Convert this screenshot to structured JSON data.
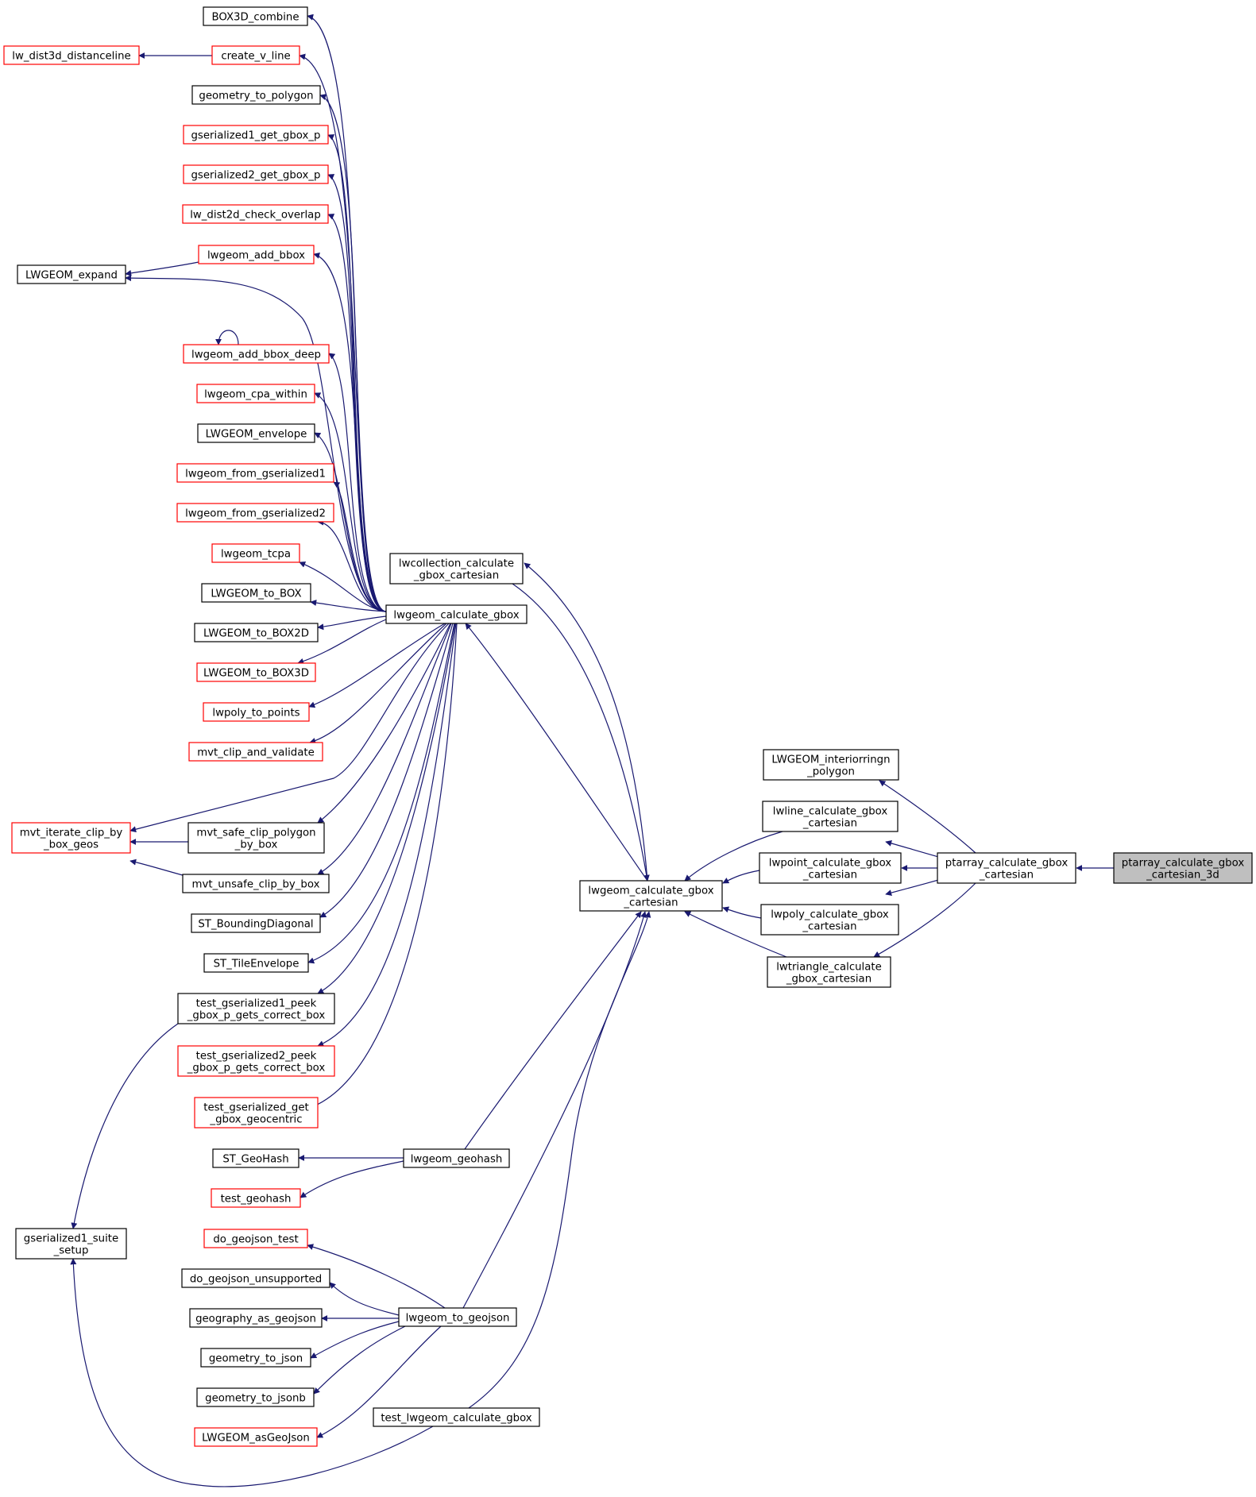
{
  "nodes": [
    {
      "id": "box3d_combine",
      "label": [
        "BOX3D_combine"
      ],
      "style": "black"
    },
    {
      "id": "create_v_line",
      "label": [
        "create_v_line"
      ],
      "style": "red"
    },
    {
      "id": "lw_dist3d_distanceline",
      "label": [
        "lw_dist3d_distanceline"
      ],
      "style": "red"
    },
    {
      "id": "geometry_to_polygon",
      "label": [
        "geometry_to_polygon"
      ],
      "style": "black"
    },
    {
      "id": "gserialized1_get_gbox_p",
      "label": [
        "gserialized1_get_gbox_p"
      ],
      "style": "red"
    },
    {
      "id": "gserialized2_get_gbox_p",
      "label": [
        "gserialized2_get_gbox_p"
      ],
      "style": "red"
    },
    {
      "id": "lw_dist2d_check_overlap",
      "label": [
        "lw_dist2d_check_overlap"
      ],
      "style": "red"
    },
    {
      "id": "lwgeom_add_bbox",
      "label": [
        "lwgeom_add_bbox"
      ],
      "style": "red"
    },
    {
      "id": "lwgeom_expand",
      "label": [
        "LWGEOM_expand"
      ],
      "style": "black"
    },
    {
      "id": "lwgeom_add_bbox_deep",
      "label": [
        "lwgeom_add_bbox_deep"
      ],
      "style": "red"
    },
    {
      "id": "lwgeom_cpa_within",
      "label": [
        "lwgeom_cpa_within"
      ],
      "style": "red"
    },
    {
      "id": "lwgeom_envelope",
      "label": [
        "LWGEOM_envelope"
      ],
      "style": "black"
    },
    {
      "id": "lwgeom_from_gserialized1",
      "label": [
        "lwgeom_from_gserialized1"
      ],
      "style": "red"
    },
    {
      "id": "lwgeom_from_gserialized2",
      "label": [
        "lwgeom_from_gserialized2"
      ],
      "style": "red"
    },
    {
      "id": "lwgeom_tcpa",
      "label": [
        "lwgeom_tcpa"
      ],
      "style": "red"
    },
    {
      "id": "lwgeom_to_box",
      "label": [
        "LWGEOM_to_BOX"
      ],
      "style": "black"
    },
    {
      "id": "lwgeom_to_box2d",
      "label": [
        "LWGEOM_to_BOX2D"
      ],
      "style": "black"
    },
    {
      "id": "lwgeom_to_box3d",
      "label": [
        "LWGEOM_to_BOX3D"
      ],
      "style": "red"
    },
    {
      "id": "lwpoly_to_points",
      "label": [
        "lwpoly_to_points"
      ],
      "style": "red"
    },
    {
      "id": "mvt_clip_and_validate",
      "label": [
        "mvt_clip_and_validate"
      ],
      "style": "red"
    },
    {
      "id": "mvt_iterate_clip_by_box_geos",
      "label": [
        "mvt_iterate_clip_by",
        "_box_geos"
      ],
      "style": "red"
    },
    {
      "id": "mvt_safe_clip_polygon_by_box",
      "label": [
        "mvt_safe_clip_polygon",
        "_by_box"
      ],
      "style": "black"
    },
    {
      "id": "mvt_unsafe_clip_by_box",
      "label": [
        "mvt_unsafe_clip_by_box"
      ],
      "style": "black"
    },
    {
      "id": "st_boundingdiagonal",
      "label": [
        "ST_BoundingDiagonal"
      ],
      "style": "black"
    },
    {
      "id": "st_tileenvelope",
      "label": [
        "ST_TileEnvelope"
      ],
      "style": "black"
    },
    {
      "id": "test_gserialized1_peek",
      "label": [
        "test_gserialized1_peek",
        "_gbox_p_gets_correct_box"
      ],
      "style": "black"
    },
    {
      "id": "test_gserialized2_peek",
      "label": [
        "test_gserialized2_peek",
        "_gbox_p_gets_correct_box"
      ],
      "style": "red"
    },
    {
      "id": "test_gserialized_get_gbox_geocentric",
      "label": [
        "test_gserialized_get",
        "_gbox_geocentric"
      ],
      "style": "red"
    },
    {
      "id": "st_geohash",
      "label": [
        "ST_GeoHash"
      ],
      "style": "black"
    },
    {
      "id": "test_geohash",
      "label": [
        "test_geohash"
      ],
      "style": "red"
    },
    {
      "id": "gserialized1_suite_setup",
      "label": [
        "gserialized1_suite",
        "_setup"
      ],
      "style": "black"
    },
    {
      "id": "do_geojson_test",
      "label": [
        "do_geojson_test"
      ],
      "style": "red"
    },
    {
      "id": "do_geojson_unsupported",
      "label": [
        "do_geojson_unsupported"
      ],
      "style": "black"
    },
    {
      "id": "geography_as_geojson",
      "label": [
        "geography_as_geojson"
      ],
      "style": "black"
    },
    {
      "id": "geometry_to_json",
      "label": [
        "geometry_to_json"
      ],
      "style": "black"
    },
    {
      "id": "geometry_to_jsonb",
      "label": [
        "geometry_to_jsonb"
      ],
      "style": "black"
    },
    {
      "id": "lwgeom_asgeojson",
      "label": [
        "LWGEOM_asGeoJson"
      ],
      "style": "red"
    },
    {
      "id": "lwcollection_calculate_gbox_cartesian",
      "label": [
        "lwcollection_calculate",
        "_gbox_cartesian"
      ],
      "style": "black"
    },
    {
      "id": "lwgeom_calculate_gbox",
      "label": [
        "lwgeom_calculate_gbox"
      ],
      "style": "black"
    },
    {
      "id": "lwgeom_geohash",
      "label": [
        "lwgeom_geohash"
      ],
      "style": "black"
    },
    {
      "id": "lwgeom_to_geojson",
      "label": [
        "lwgeom_to_geojson"
      ],
      "style": "black"
    },
    {
      "id": "test_lwgeom_calculate_gbox",
      "label": [
        "test_lwgeom_calculate_gbox"
      ],
      "style": "black"
    },
    {
      "id": "lwgeom_calculate_gbox_cartesian",
      "label": [
        "lwgeom_calculate_gbox",
        "_cartesian"
      ],
      "style": "black"
    },
    {
      "id": "lwgeom_interiorringn_polygon",
      "label": [
        "LWGEOM_interiorringn",
        "_polygon"
      ],
      "style": "black"
    },
    {
      "id": "lwline_calculate_gbox_cartesian",
      "label": [
        "lwline_calculate_gbox",
        "_cartesian"
      ],
      "style": "black"
    },
    {
      "id": "lwpoint_calculate_gbox_cartesian",
      "label": [
        "lwpoint_calculate_gbox",
        "_cartesian"
      ],
      "style": "black"
    },
    {
      "id": "lwpoly_calculate_gbox_cartesian",
      "label": [
        "lwpoly_calculate_gbox",
        "_cartesian"
      ],
      "style": "black"
    },
    {
      "id": "lwtriangle_calculate_gbox_cartesian",
      "label": [
        "lwtriangle_calculate",
        "_gbox_cartesian"
      ],
      "style": "black"
    },
    {
      "id": "ptarray_calculate_gbox_cartesian",
      "label": [
        "ptarray_calculate_gbox",
        "_cartesian"
      ],
      "style": "black"
    },
    {
      "id": "ptarray_calculate_gbox_cartesian_3d",
      "label": [
        "ptarray_calculate_gbox",
        "_cartesian_3d"
      ],
      "style": "root"
    }
  ],
  "edges": [
    {
      "from": "ptarray_calculate_gbox_cartesian_3d",
      "to": "ptarray_calculate_gbox_cartesian"
    },
    {
      "from": "ptarray_calculate_gbox_cartesian",
      "to": "lwgeom_interiorringn_polygon"
    },
    {
      "from": "ptarray_calculate_gbox_cartesian",
      "to": "lwline_calculate_gbox_cartesian"
    },
    {
      "from": "ptarray_calculate_gbox_cartesian",
      "to": "lwpoint_calculate_gbox_cartesian"
    },
    {
      "from": "ptarray_calculate_gbox_cartesian",
      "to": "lwpoly_calculate_gbox_cartesian"
    },
    {
      "from": "ptarray_calculate_gbox_cartesian",
      "to": "lwtriangle_calculate_gbox_cartesian"
    },
    {
      "from": "lwline_calculate_gbox_cartesian",
      "to": "lwgeom_calculate_gbox_cartesian"
    },
    {
      "from": "lwpoint_calculate_gbox_cartesian",
      "to": "lwgeom_calculate_gbox_cartesian"
    },
    {
      "from": "lwpoly_calculate_gbox_cartesian",
      "to": "lwgeom_calculate_gbox_cartesian"
    },
    {
      "from": "lwtriangle_calculate_gbox_cartesian",
      "to": "lwgeom_calculate_gbox_cartesian"
    },
    {
      "from": "lwgeom_calculate_gbox_cartesian",
      "to": "lwcollection_calculate_gbox_cartesian"
    },
    {
      "from": "lwcollection_calculate_gbox_cartesian",
      "to": "lwgeom_calculate_gbox_cartesian"
    },
    {
      "from": "lwgeom_calculate_gbox_cartesian",
      "to": "lwgeom_calculate_gbox"
    },
    {
      "from": "lwgeom_calculate_gbox_cartesian",
      "to": "lwgeom_geohash"
    },
    {
      "from": "lwgeom_calculate_gbox_cartesian",
      "to": "lwgeom_to_geojson"
    },
    {
      "from": "lwgeom_calculate_gbox_cartesian",
      "to": "test_lwgeom_calculate_gbox"
    },
    {
      "from": "lwgeom_calculate_gbox",
      "to": "box3d_combine"
    },
    {
      "from": "lwgeom_calculate_gbox",
      "to": "create_v_line"
    },
    {
      "from": "lwgeom_calculate_gbox",
      "to": "geometry_to_polygon"
    },
    {
      "from": "lwgeom_calculate_gbox",
      "to": "gserialized1_get_gbox_p"
    },
    {
      "from": "lwgeom_calculate_gbox",
      "to": "gserialized2_get_gbox_p"
    },
    {
      "from": "lwgeom_calculate_gbox",
      "to": "lw_dist2d_check_overlap"
    },
    {
      "from": "lwgeom_calculate_gbox",
      "to": "lwgeom_add_bbox"
    },
    {
      "from": "lwgeom_calculate_gbox",
      "to": "lwgeom_expand"
    },
    {
      "from": "lwgeom_calculate_gbox",
      "to": "lwgeom_add_bbox_deep"
    },
    {
      "from": "lwgeom_calculate_gbox",
      "to": "lwgeom_cpa_within"
    },
    {
      "from": "lwgeom_calculate_gbox",
      "to": "lwgeom_envelope"
    },
    {
      "from": "lwgeom_calculate_gbox",
      "to": "lwgeom_from_gserialized1"
    },
    {
      "from": "lwgeom_calculate_gbox",
      "to": "lwgeom_from_gserialized2"
    },
    {
      "from": "lwgeom_calculate_gbox",
      "to": "lwgeom_tcpa"
    },
    {
      "from": "lwgeom_calculate_gbox",
      "to": "lwgeom_to_box"
    },
    {
      "from": "lwgeom_calculate_gbox",
      "to": "lwgeom_to_box2d"
    },
    {
      "from": "lwgeom_calculate_gbox",
      "to": "lwgeom_to_box3d"
    },
    {
      "from": "lwgeom_calculate_gbox",
      "to": "lwpoly_to_points"
    },
    {
      "from": "lwgeom_calculate_gbox",
      "to": "mvt_clip_and_validate"
    },
    {
      "from": "lwgeom_calculate_gbox",
      "to": "mvt_iterate_clip_by_box_geos"
    },
    {
      "from": "lwgeom_calculate_gbox",
      "to": "mvt_safe_clip_polygon_by_box"
    },
    {
      "from": "lwgeom_calculate_gbox",
      "to": "mvt_unsafe_clip_by_box"
    },
    {
      "from": "lwgeom_calculate_gbox",
      "to": "st_boundingdiagonal"
    },
    {
      "from": "lwgeom_calculate_gbox",
      "to": "st_tileenvelope"
    },
    {
      "from": "lwgeom_calculate_gbox",
      "to": "test_gserialized1_peek"
    },
    {
      "from": "lwgeom_calculate_gbox",
      "to": "test_gserialized2_peek"
    },
    {
      "from": "lwgeom_calculate_gbox",
      "to": "test_gserialized_get_gbox_geocentric"
    },
    {
      "from": "create_v_line",
      "to": "lw_dist3d_distanceline"
    },
    {
      "from": "lwgeom_add_bbox",
      "to": "lwgeom_expand"
    },
    {
      "from": "lwgeom_add_bbox_deep",
      "to": "lwgeom_add_bbox_deep"
    },
    {
      "from": "mvt_safe_clip_polygon_by_box",
      "to": "mvt_iterate_clip_by_box_geos"
    },
    {
      "from": "mvt_unsafe_clip_by_box",
      "to": "mvt_iterate_clip_by_box_geos"
    },
    {
      "from": "test_gserialized1_peek",
      "to": "gserialized1_suite_setup"
    },
    {
      "from": "lwgeom_geohash",
      "to": "st_geohash"
    },
    {
      "from": "lwgeom_geohash",
      "to": "test_geohash"
    },
    {
      "from": "lwgeom_to_geojson",
      "to": "do_geojson_test"
    },
    {
      "from": "lwgeom_to_geojson",
      "to": "do_geojson_unsupported"
    },
    {
      "from": "lwgeom_to_geojson",
      "to": "geography_as_geojson"
    },
    {
      "from": "lwgeom_to_geojson",
      "to": "geometry_to_json"
    },
    {
      "from": "lwgeom_to_geojson",
      "to": "geometry_to_jsonb"
    },
    {
      "from": "lwgeom_to_geojson",
      "to": "lwgeom_asgeojson"
    },
    {
      "from": "test_lwgeom_calculate_gbox",
      "to": "gserialized1_suite_setup"
    }
  ],
  "colors": {
    "edge": "#191970",
    "red_border": "#ff0000",
    "black_border": "#000000",
    "root_fill": "#bfbfbf"
  }
}
